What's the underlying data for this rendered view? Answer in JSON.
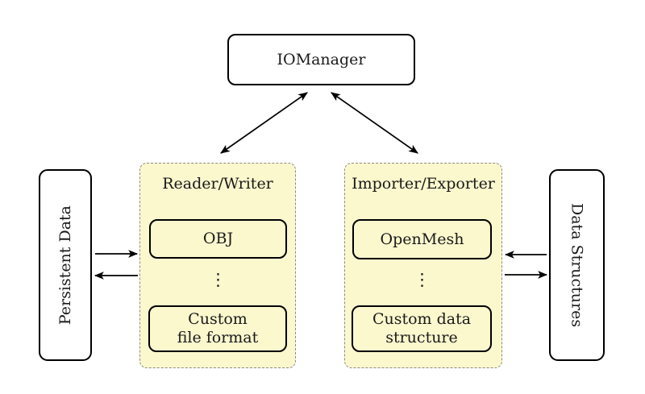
{
  "nodes": {
    "iomanager": {
      "label": "IOManager"
    },
    "persistent_data": {
      "label": "Persistent Data"
    },
    "data_structures": {
      "label": "Data Structures"
    }
  },
  "groups": {
    "reader_writer": {
      "title": "Reader/Writer",
      "ellipsis": "⋮",
      "nodes": [
        {
          "label": "OBJ",
          "lines": [
            "OBJ"
          ]
        },
        {
          "label": "Custom file format",
          "lines": [
            "Custom",
            "file format"
          ]
        }
      ]
    },
    "importer_exporter": {
      "title": "Importer/Exporter",
      "ellipsis": "⋮",
      "nodes": [
        {
          "label": "OpenMesh",
          "lines": [
            "OpenMesh"
          ]
        },
        {
          "label": "Custom data structure",
          "lines": [
            "Custom data",
            "structure"
          ]
        }
      ]
    }
  },
  "arrows": [
    {
      "from": "IOManager",
      "to": "Reader/Writer",
      "bidirectional": true
    },
    {
      "from": "IOManager",
      "to": "Importer/Exporter",
      "bidirectional": true
    },
    {
      "from": "Persistent Data",
      "to": "Reader/Writer",
      "bidirectional": false
    },
    {
      "from": "Reader/Writer",
      "to": "Persistent Data",
      "bidirectional": false
    },
    {
      "from": "Data Structures",
      "to": "Importer/Exporter",
      "bidirectional": false
    },
    {
      "from": "Importer/Exporter",
      "to": "Data Structures",
      "bidirectional": false
    }
  ],
  "colors": {
    "group_fill": "#fbf8ce",
    "group_border": "#8a8a8a",
    "node_fill": "#ffffff",
    "node_border": "#000000",
    "arrow": "#000000",
    "background": "#ffffff"
  }
}
